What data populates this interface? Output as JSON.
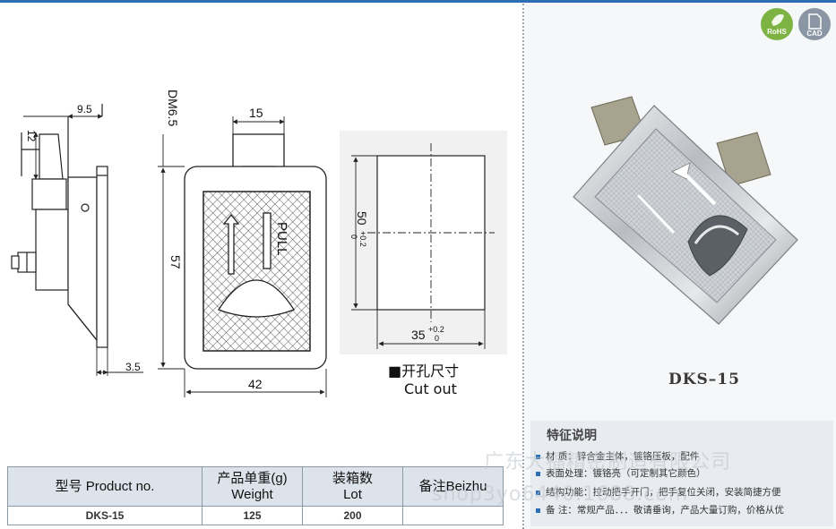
{
  "drawing": {
    "dims": {
      "d1": "9.5",
      "d2": "12",
      "d3": "3.5",
      "d4": "DM6.5",
      "d5": "15",
      "d6": "57",
      "d7": "42",
      "d8": "50",
      "d9": "35",
      "tol": "+0.2",
      "tol0": "0"
    },
    "pull_text": "PULL",
    "cut_label_cn": "■开孔尺寸",
    "cut_label_en": "Cut  out"
  },
  "badges": {
    "rohs": "RoHS",
    "cad": "CAD"
  },
  "product_name": "DKS–15",
  "table": {
    "headers": [
      [
        "型号 Product no.",
        ""
      ],
      [
        "产品单重(g)",
        "Weight"
      ],
      [
        "装箱数",
        "Lot"
      ],
      [
        "备注Beizhu",
        ""
      ]
    ],
    "row": [
      "DKS-15",
      "125",
      "200",
      ""
    ]
  },
  "features": {
    "title": "特征说明",
    "rows": [
      "材    质：锌合金主体，镀铬压板，配件",
      "表面处理：镀铬亮（可定制其它颜色）",
      "结构功能：拉动把手开门，把手复位关闭，安装简捷方便",
      "备    注：常规产品．．．敬请垂询，产品大量订购，价格从优"
    ]
  },
  "watermark": {
    "line1": "广东大福精密制造有限公司",
    "line2": "shop3yo6440.1688.com"
  }
}
